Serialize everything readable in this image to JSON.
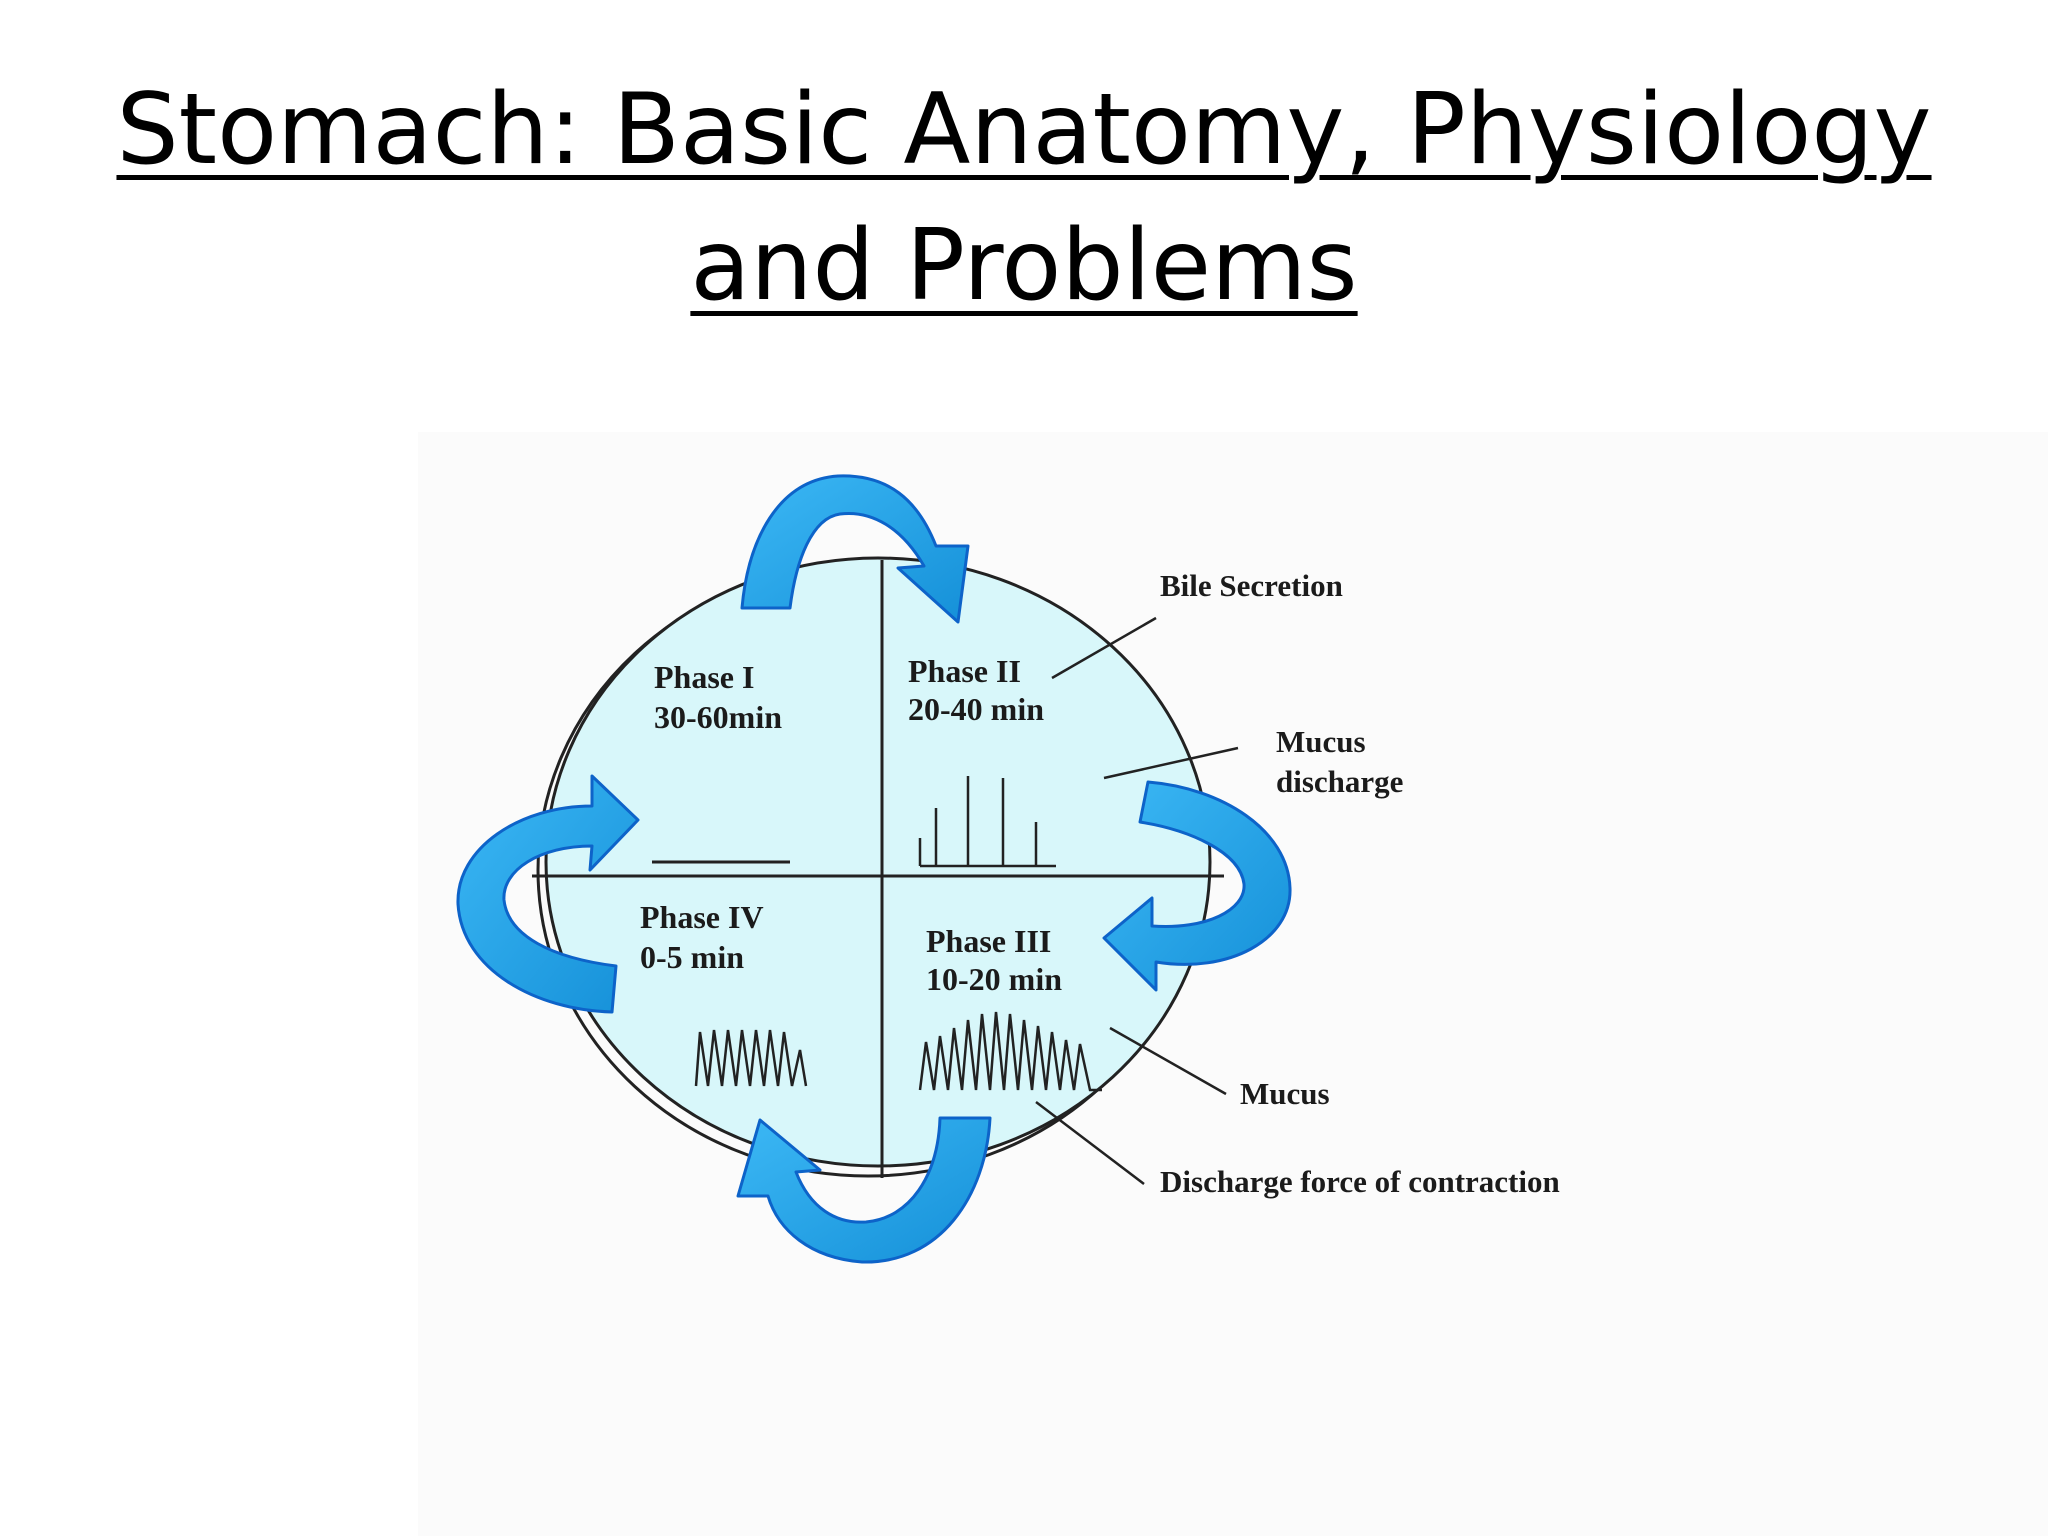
{
  "slide": {
    "title_line1": "Stomach: Basic Anatomy, Physiology",
    "title_line2": "and Problems"
  },
  "diagram": {
    "phases": [
      {
        "name": "Phase I",
        "duration": "30-60min"
      },
      {
        "name": "Phase II",
        "duration": "20-40 min"
      },
      {
        "name": "Phase III",
        "duration": "10-20 min"
      },
      {
        "name": "Phase IV",
        "duration": "0-5 min"
      }
    ],
    "callouts": {
      "bile": "Bile Secretion",
      "mucus_discharge_1": "Mucus",
      "mucus_discharge_2": "discharge",
      "mucus": "Mucus",
      "force": "Discharge force of contraction"
    },
    "colors": {
      "stomach_fill": "#d8f7fa",
      "arrow_fill": "#29aaf0",
      "arrow_dark": "#1588cf",
      "arrow_stroke": "#0d63c9",
      "line": "#222222"
    },
    "icons": [
      "curved-arrow-top",
      "curved-arrow-right",
      "curved-arrow-bottom",
      "curved-arrow-left"
    ]
  }
}
